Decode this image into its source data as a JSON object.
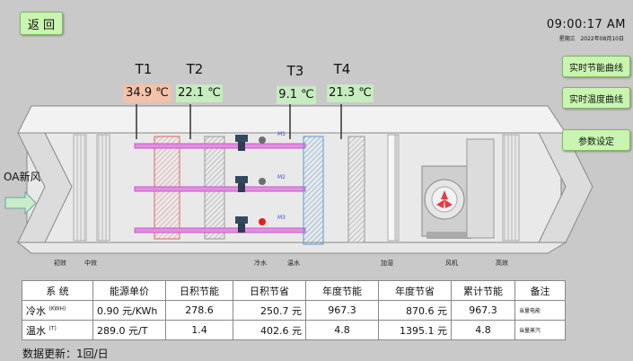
{
  "back_button": "返 回",
  "clock": {
    "time": "09:00:17 AM",
    "weekday": "星期三",
    "date": "2022年08月10日"
  },
  "side_buttons": {
    "energy_curve": "实时节能曲线",
    "temp_curve": "实时温度曲线",
    "params": "参数设定"
  },
  "sensors": [
    {
      "label": "T1",
      "value": "34.9 ℃",
      "color": "#f4c1a9"
    },
    {
      "label": "T2",
      "value": "22.1 ℃",
      "color": "#c6ecc0"
    },
    {
      "label": "T3",
      "value": "9.1 ℃",
      "color": "#c6ecc0"
    },
    {
      "label": "T4",
      "value": "21.3 ℃",
      "color": "#c6ecc0"
    }
  ],
  "diagram": {
    "inlet": "OA新风",
    "sections": {
      "primary": "初效",
      "medium": "中效",
      "chilled": "冷水",
      "heating": "温水",
      "humidify": "加湿",
      "fan": "风机",
      "high": "高效"
    },
    "valves": [
      "M1",
      "M2",
      "M3"
    ],
    "valve_colors": [
      "#6e6e6e",
      "#6e6e6e",
      "#e02020"
    ]
  },
  "table": {
    "headers": [
      "系 统",
      "能源单价",
      "日积节能",
      "日积节省",
      "年度节能",
      "年度节省",
      "累计节能",
      "备注"
    ],
    "rows": [
      {
        "system": "冷水",
        "unit": "(KWH)",
        "price": "0.90 元/KWh",
        "daily_energy": "278.6",
        "daily_saving": "250.7 元",
        "annual_energy": "967.3",
        "annual_saving": "870.6 元",
        "total_energy": "967.3",
        "note": "当量电能"
      },
      {
        "system": "温水",
        "unit": "(T)",
        "price": "289.0 元/T",
        "daily_energy": "1.4",
        "daily_saving": "402.6 元",
        "annual_energy": "4.8",
        "annual_saving": "1395.1 元",
        "total_energy": "4.8",
        "note": "当量蒸汽"
      }
    ]
  },
  "update_text": "数据更新：1回/日"
}
